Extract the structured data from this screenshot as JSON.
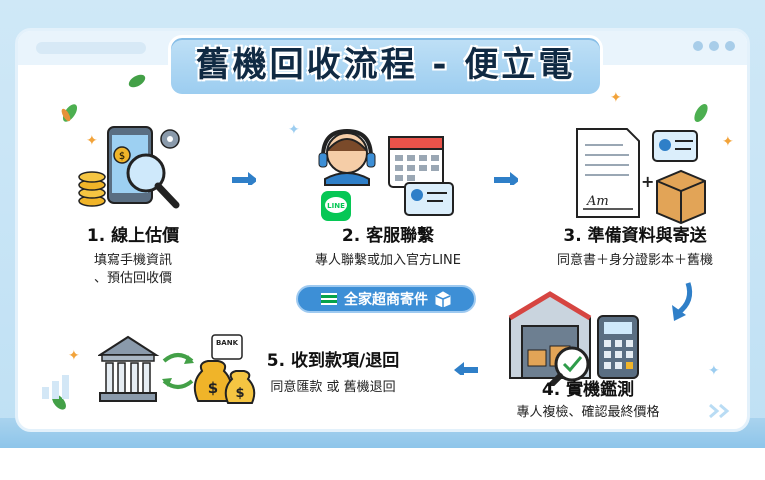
{
  "title": "舊機回收流程 - 便立電",
  "steps": [
    {
      "heading": "1. 線上估價",
      "desc_lines": [
        "填寫手機資訊",
        "、預估回收價"
      ]
    },
    {
      "heading": "2. 客服聯繫",
      "desc_lines": [
        "專人聯繫或加入官方LINE"
      ]
    },
    {
      "heading": "3. 準備資料與寄送",
      "desc_lines": [
        "同意書＋身分證影本＋舊機"
      ]
    },
    {
      "heading": "4. 實機鑑測",
      "desc_lines": [
        "專人複檢、確認最終價格"
      ]
    },
    {
      "heading": "5. 收到款項/退回",
      "desc_lines": [
        "同意匯款 或 舊機退回"
      ]
    }
  ],
  "badge": {
    "label": "全家超商寄件"
  },
  "icons": {
    "line_label": "LINE",
    "bank_label": "BANK",
    "money_symbol": "$",
    "sign_text": "Am"
  },
  "colors": {
    "accent": "#3d8fd6",
    "arrow": "#2f7fc8",
    "title_bg": "#9ccdf0"
  }
}
